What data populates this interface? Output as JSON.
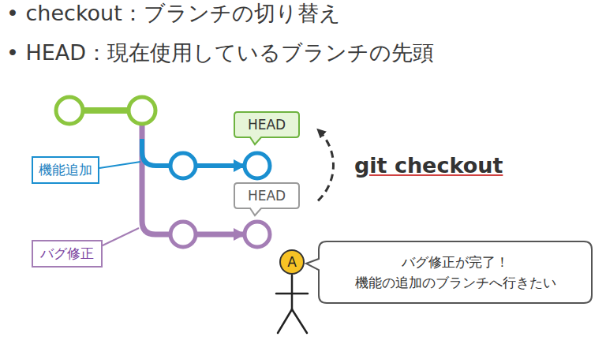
{
  "diagram": {
    "nodes": [
      {
        "text": [
          "機能追加"
        ]
      },
      {
        "text": [
          "HEAD"
        ]
      },
      {
        "text": [
          "HEAD"
        ]
      },
      {
        "text": [
          "バグ修正"
        ]
      },
      {
        "text": [
          "A"
        ]
      },
      {
        "text": [
          "バグ修正が完了！ 機能の追加のブランチへ行きたい"
        ]
      }
    ],
    "edges": [
      {
        "from": 2,
        "to": 1,
        "arrow": "to",
        "label": "git checkout"
      }
    ],
    "labels": [
      "• checkout：ブランチの切り替え",
      "• HEAD：現在使用しているブランチの先頭"
    ]
  }
}
